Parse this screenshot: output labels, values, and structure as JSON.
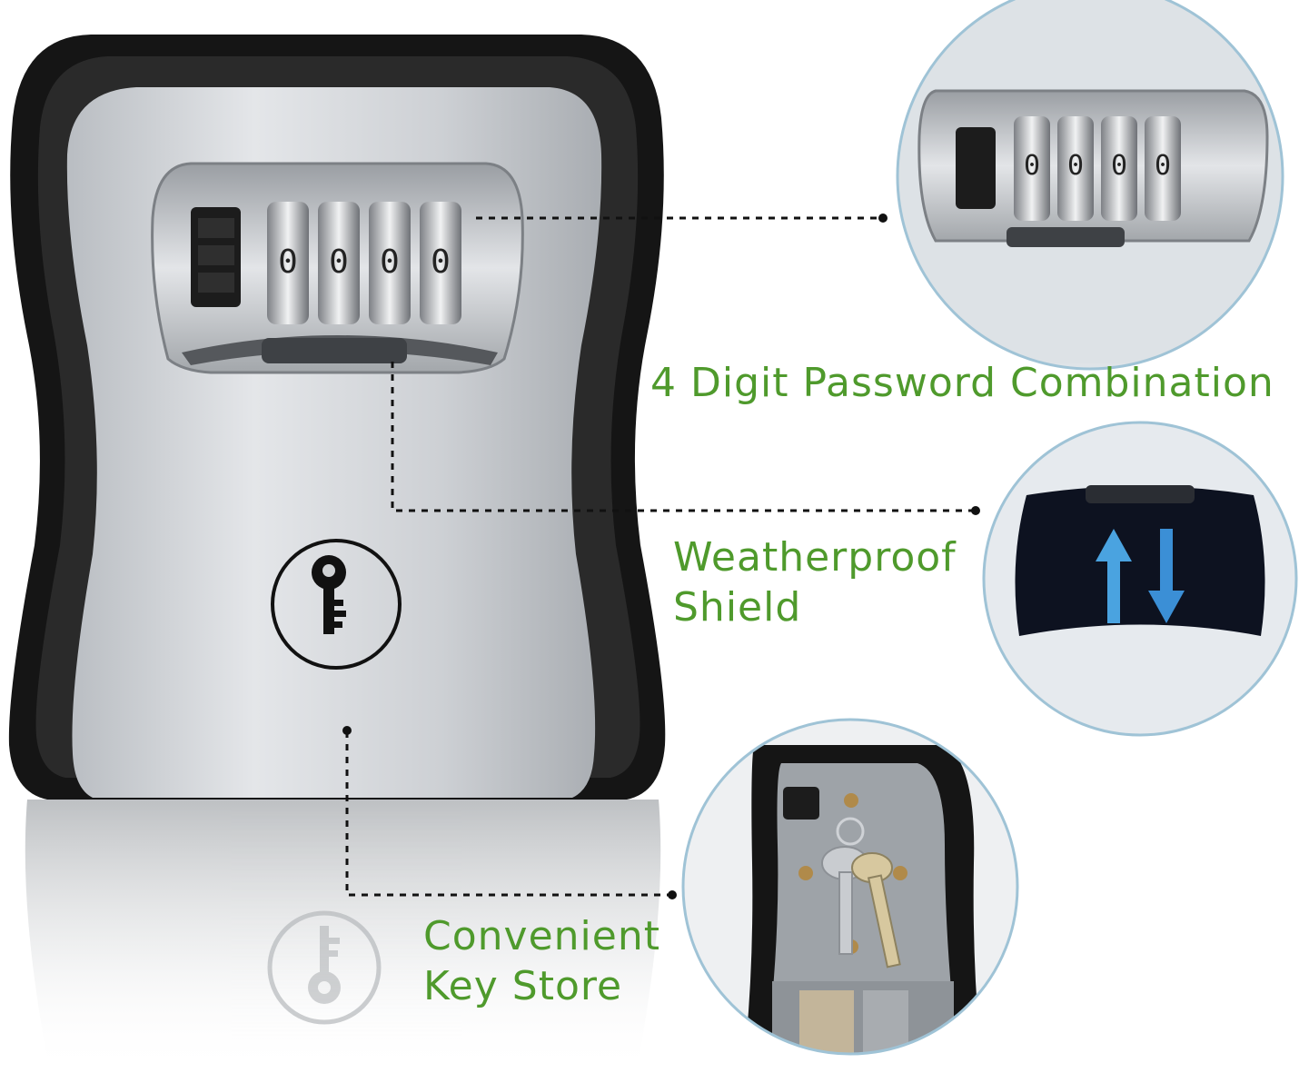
{
  "features": {
    "combination": {
      "title": "4 Digit Password Combination"
    },
    "shield": {
      "line1": "Weatherproof",
      "line2": "Shield"
    },
    "store": {
      "line1": "Convenient",
      "line2": "Key Store"
    }
  },
  "dial_digits": [
    "0",
    "0",
    "0",
    "0"
  ],
  "colors": {
    "label_green": "#4f9a2c",
    "body_black": "#151515",
    "body_silver": "#c7cace",
    "arrow_up": "#4aa3e0",
    "arrow_down": "#3b8fd6"
  },
  "icons": [
    "key-icon",
    "arrow-up-icon",
    "arrow-down-icon"
  ]
}
